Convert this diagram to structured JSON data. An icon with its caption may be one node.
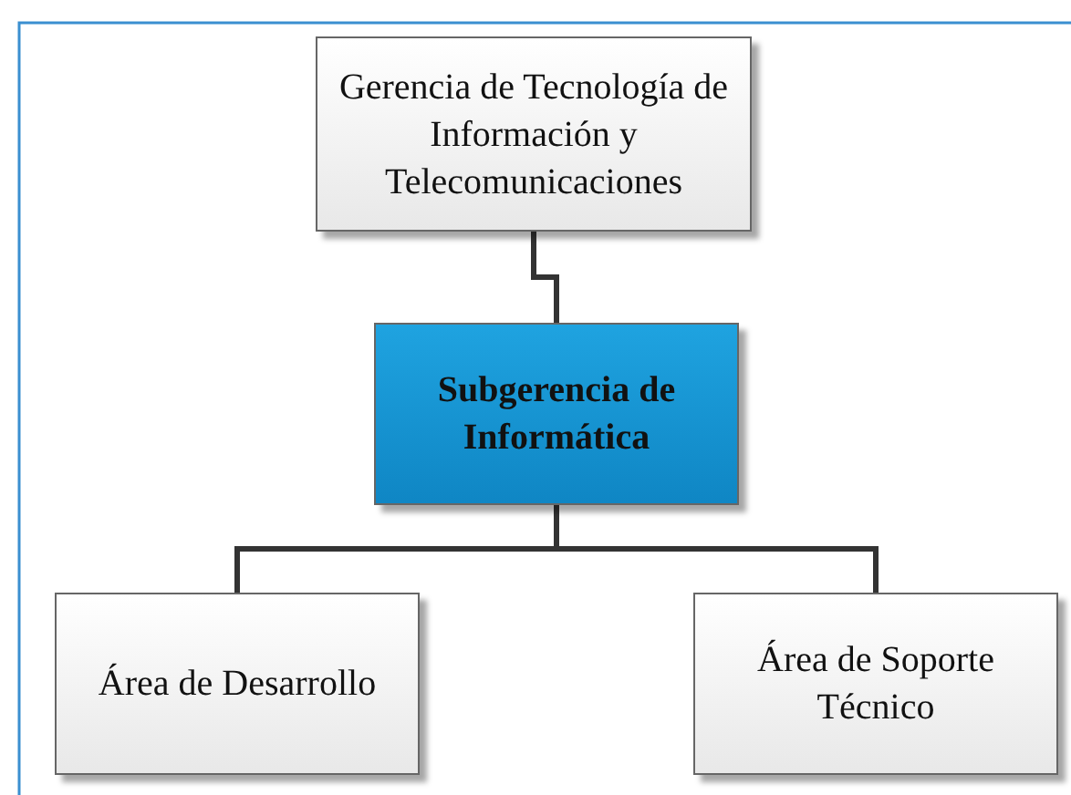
{
  "diagram": {
    "nodes": [
      {
        "text": [
          "Gerencia de Tecnología de Información y Telecomunicaciones"
        ]
      },
      {
        "text": [
          "Subgerencia de Informática"
        ]
      },
      {
        "text": [
          "Área de Desarrollo"
        ]
      },
      {
        "text": [
          "Área de Soporte Técnico"
        ]
      }
    ],
    "edges": [
      {
        "from": 0,
        "to": 1,
        "arrow": "none"
      },
      {
        "from": 1,
        "to": 2,
        "arrow": "none"
      },
      {
        "from": 1,
        "to": 3,
        "arrow": "none"
      }
    ]
  }
}
